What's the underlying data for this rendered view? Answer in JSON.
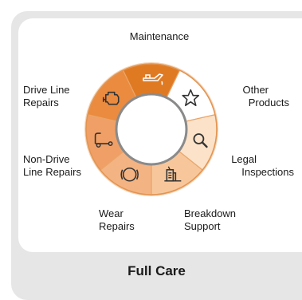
{
  "title": "Full Care",
  "segments": [
    {
      "id": "maintenance",
      "label_lines": [
        "Maintenance"
      ],
      "icon": "oil-can-icon",
      "color": "#e07a22",
      "icon_color": "#ffffff"
    },
    {
      "id": "other-products",
      "label_lines": [
        "Other",
        "Products"
      ],
      "icon": "star-icon",
      "color": "#ffffff",
      "icon_color": "#333333"
    },
    {
      "id": "legal-inspections",
      "label_lines": [
        "Legal",
        "Inspections"
      ],
      "icon": "magnifier-icon",
      "color": "#fbe2c9",
      "icon_color": "#333333"
    },
    {
      "id": "breakdown-support",
      "label_lines": [
        "Breakdown",
        "Support"
      ],
      "icon": "pump-icon",
      "color": "#f7c79b",
      "icon_color": "#333333"
    },
    {
      "id": "wear-repairs",
      "label_lines": [
        "Wear",
        "Repairs"
      ],
      "icon": "tire-icon",
      "color": "#f4b382",
      "icon_color": "#333333"
    },
    {
      "id": "non-drive-line-repairs",
      "label_lines": [
        "Non-Drive",
        "Line Repairs"
      ],
      "icon": "trailer-icon",
      "color": "#f0a066",
      "icon_color": "#333333"
    },
    {
      "id": "drive-line-repairs",
      "label_lines": [
        "Drive Line",
        "Repairs"
      ],
      "icon": "engine-icon",
      "color": "#ea8b3f",
      "icon_color": "#333333"
    }
  ]
}
